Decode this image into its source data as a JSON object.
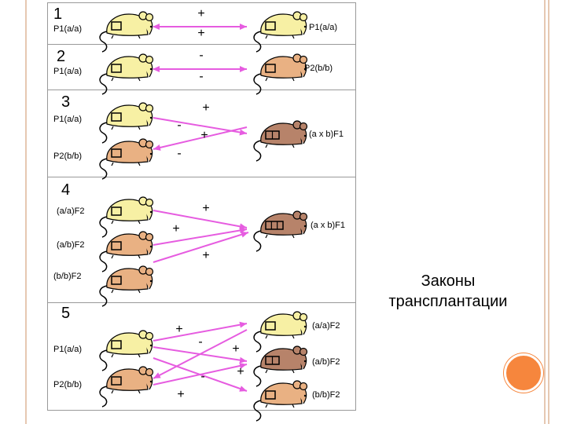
{
  "panels": [
    {
      "number": "1",
      "left_labels": [
        "P1(a/a)"
      ],
      "right_labels": [
        "P1(a/a)"
      ],
      "signs": [
        "+",
        "+"
      ]
    },
    {
      "number": "2",
      "left_labels": [
        "P1(a/a)"
      ],
      "right_labels": [
        "P2(b/b)"
      ],
      "signs": [
        "-",
        "-"
      ]
    },
    {
      "number": "3",
      "left_labels": [
        "P1(a/a)",
        "P2(b/b)"
      ],
      "right_labels": [
        "(a x b)F1"
      ],
      "signs": [
        "+",
        "-",
        "+",
        "-"
      ]
    },
    {
      "number": "4",
      "left_labels": [
        "(a/a)F2",
        "(a/b)F2",
        "(b/b)F2"
      ],
      "right_labels": [
        "(a x b)F1"
      ],
      "signs": [
        "+",
        "+",
        "+"
      ]
    },
    {
      "number": "5",
      "left_labels": [
        "P1(a/a)",
        "P2(b/b)"
      ],
      "right_labels": [
        "(a/a)F2",
        "(a/b)F2",
        "(b/b)F2"
      ],
      "signs": [
        "+",
        "-",
        "+",
        "-",
        "+",
        "+"
      ]
    }
  ],
  "slide_title": {
    "line1": "Законы",
    "line2": "трансплантации"
  },
  "colors": {
    "arrow": "#e65ce0",
    "mouse_light": "#f7f0a4",
    "mouse_tan": "#e9b183",
    "mouse_brown": "#b7836a",
    "accent_circle": "#f6863d",
    "rail": "#e6c8b2"
  }
}
